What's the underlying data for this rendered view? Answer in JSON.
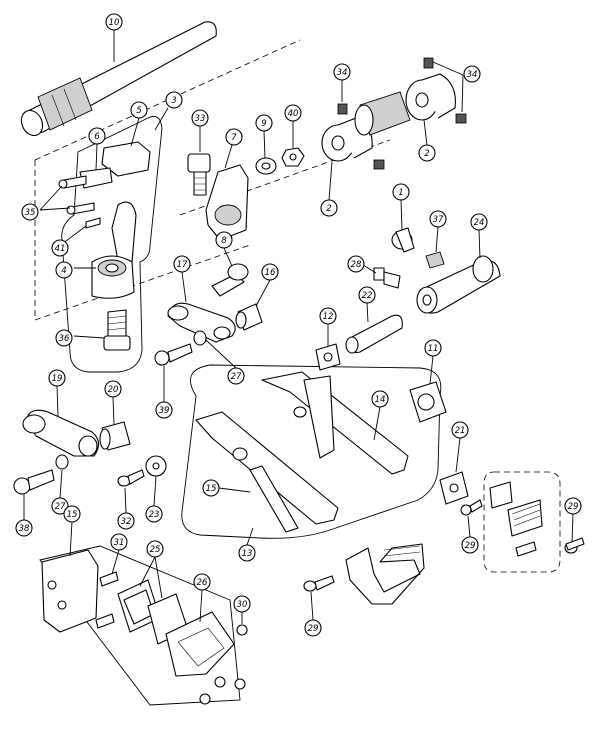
{
  "callouts": [
    {
      "id": "c10",
      "label": "10"
    },
    {
      "id": "c3",
      "label": "3"
    },
    {
      "id": "c5",
      "label": "5"
    },
    {
      "id": "c6",
      "label": "6"
    },
    {
      "id": "c35a",
      "label": "35"
    },
    {
      "id": "c41",
      "label": "41"
    },
    {
      "id": "c4",
      "label": "4"
    },
    {
      "id": "c36",
      "label": "36"
    },
    {
      "id": "c33",
      "label": "33"
    },
    {
      "id": "c7",
      "label": "7"
    },
    {
      "id": "c9",
      "label": "9"
    },
    {
      "id": "c40",
      "label": "40"
    },
    {
      "id": "c34a",
      "label": "34"
    },
    {
      "id": "c34b",
      "label": "34"
    },
    {
      "id": "c2a",
      "label": "2"
    },
    {
      "id": "c2b",
      "label": "2"
    },
    {
      "id": "c1",
      "label": "1"
    },
    {
      "id": "c37",
      "label": "37"
    },
    {
      "id": "c24",
      "label": "24"
    },
    {
      "id": "c8",
      "label": "8"
    },
    {
      "id": "c17",
      "label": "17"
    },
    {
      "id": "c16",
      "label": "16"
    },
    {
      "id": "c28",
      "label": "28"
    },
    {
      "id": "c22",
      "label": "22"
    },
    {
      "id": "c12",
      "label": "12"
    },
    {
      "id": "c27a",
      "label": "27"
    },
    {
      "id": "c39",
      "label": "39"
    },
    {
      "id": "c11",
      "label": "11"
    },
    {
      "id": "c14",
      "label": "14"
    },
    {
      "id": "c19",
      "label": "19"
    },
    {
      "id": "c20",
      "label": "20"
    },
    {
      "id": "c21",
      "label": "21"
    },
    {
      "id": "c27b",
      "label": "27"
    },
    {
      "id": "c38",
      "label": "38"
    },
    {
      "id": "c32",
      "label": "32"
    },
    {
      "id": "c23",
      "label": "23"
    },
    {
      "id": "c15a",
      "label": "15"
    },
    {
      "id": "c29a",
      "label": "29"
    },
    {
      "id": "c29b",
      "label": "29"
    },
    {
      "id": "c13",
      "label": "13"
    },
    {
      "id": "c15b",
      "label": "15"
    },
    {
      "id": "c31",
      "label": "31"
    },
    {
      "id": "c25",
      "label": "25"
    },
    {
      "id": "c26",
      "label": "26"
    },
    {
      "id": "c30",
      "label": "30"
    },
    {
      "id": "c29c",
      "label": "29"
    }
  ]
}
